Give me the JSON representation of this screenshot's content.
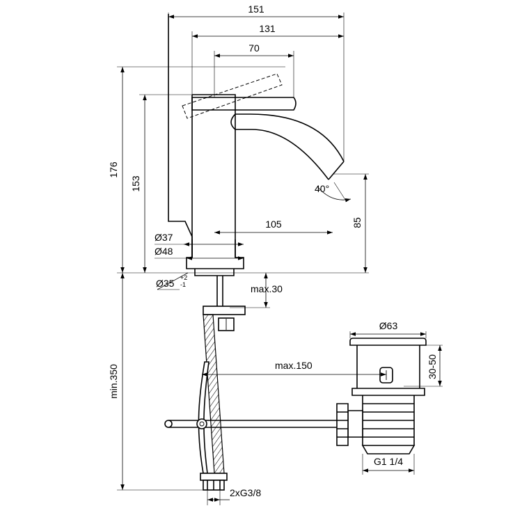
{
  "dimensions": {
    "overall_reach": "151",
    "spout_reach": "131",
    "lever_length": "70",
    "total_height": "176",
    "spout_top_height": "153",
    "outlet_height": "85",
    "spout_projection": "105",
    "body_diameter": "Ø37",
    "base_diameter": "Ø48",
    "hole_diameter": "Ø35",
    "hole_tol_plus": "+2",
    "hole_tol_minus": "-1",
    "max_thickness": "max.30",
    "flex_hose_length": "min.350",
    "tie_rod_reach": "max.150",
    "waste_head_diameter": "Ø63",
    "waste_range": "30-50",
    "waste_thread": "G1 1/4",
    "inlet_thread": "2xG3/8",
    "lever_angle": "40°"
  }
}
